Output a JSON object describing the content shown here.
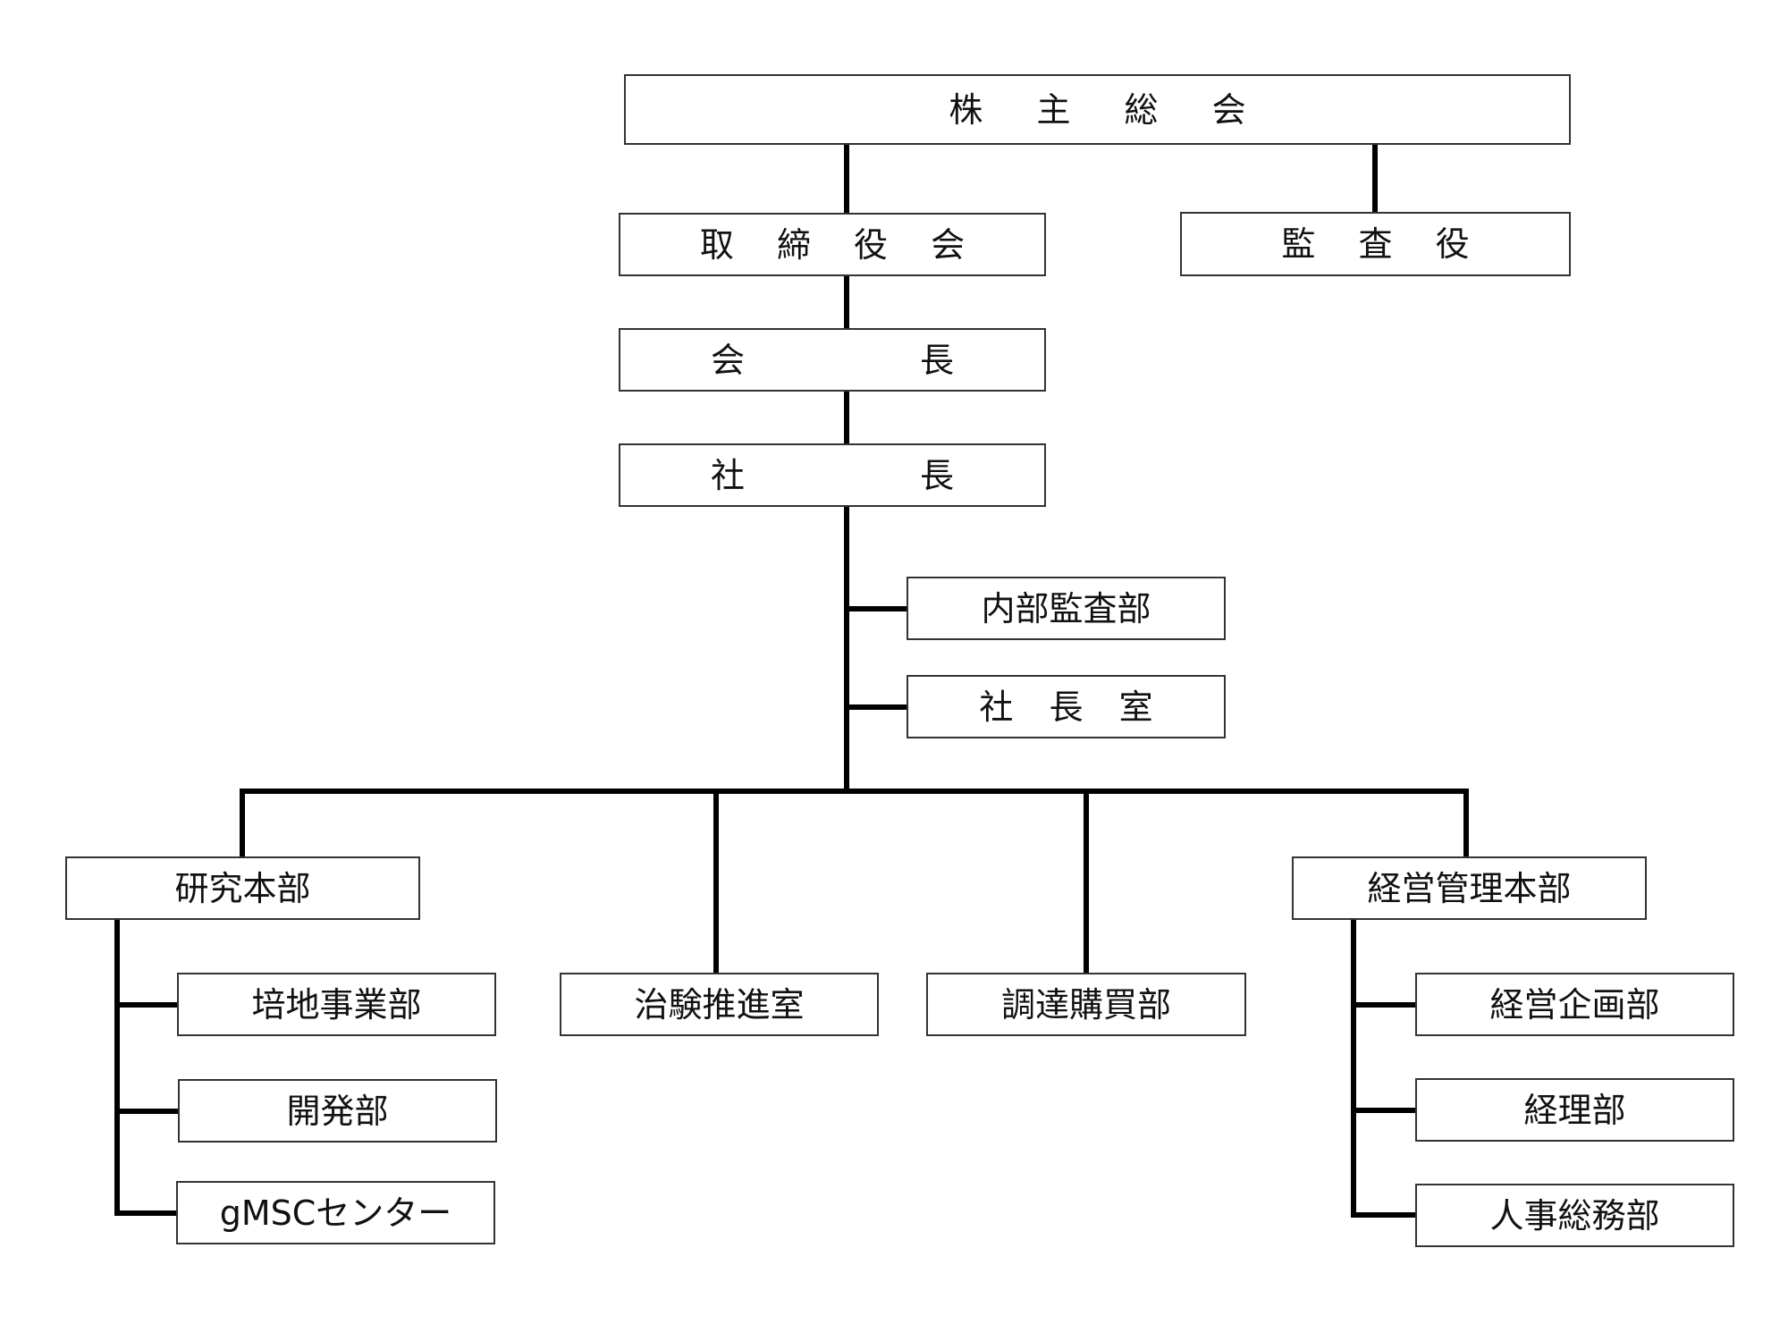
{
  "org": {
    "shareholders": "株 主 総 会",
    "board": "取 締 役 会",
    "auditor": "監 査 役",
    "chairman": "会 長",
    "president": "社 長",
    "internal_audit": "内部監査部",
    "president_office": "社 長 室",
    "research": "研究本部",
    "clinical": "治験推進室",
    "procurement": "調達購買部",
    "management": "経営管理本部",
    "culture_media": "培地事業部",
    "development": "開発部",
    "gmsc": "gMSCセンター",
    "planning": "経営企画部",
    "accounting": "経理部",
    "hr_general": "人事総務部"
  }
}
